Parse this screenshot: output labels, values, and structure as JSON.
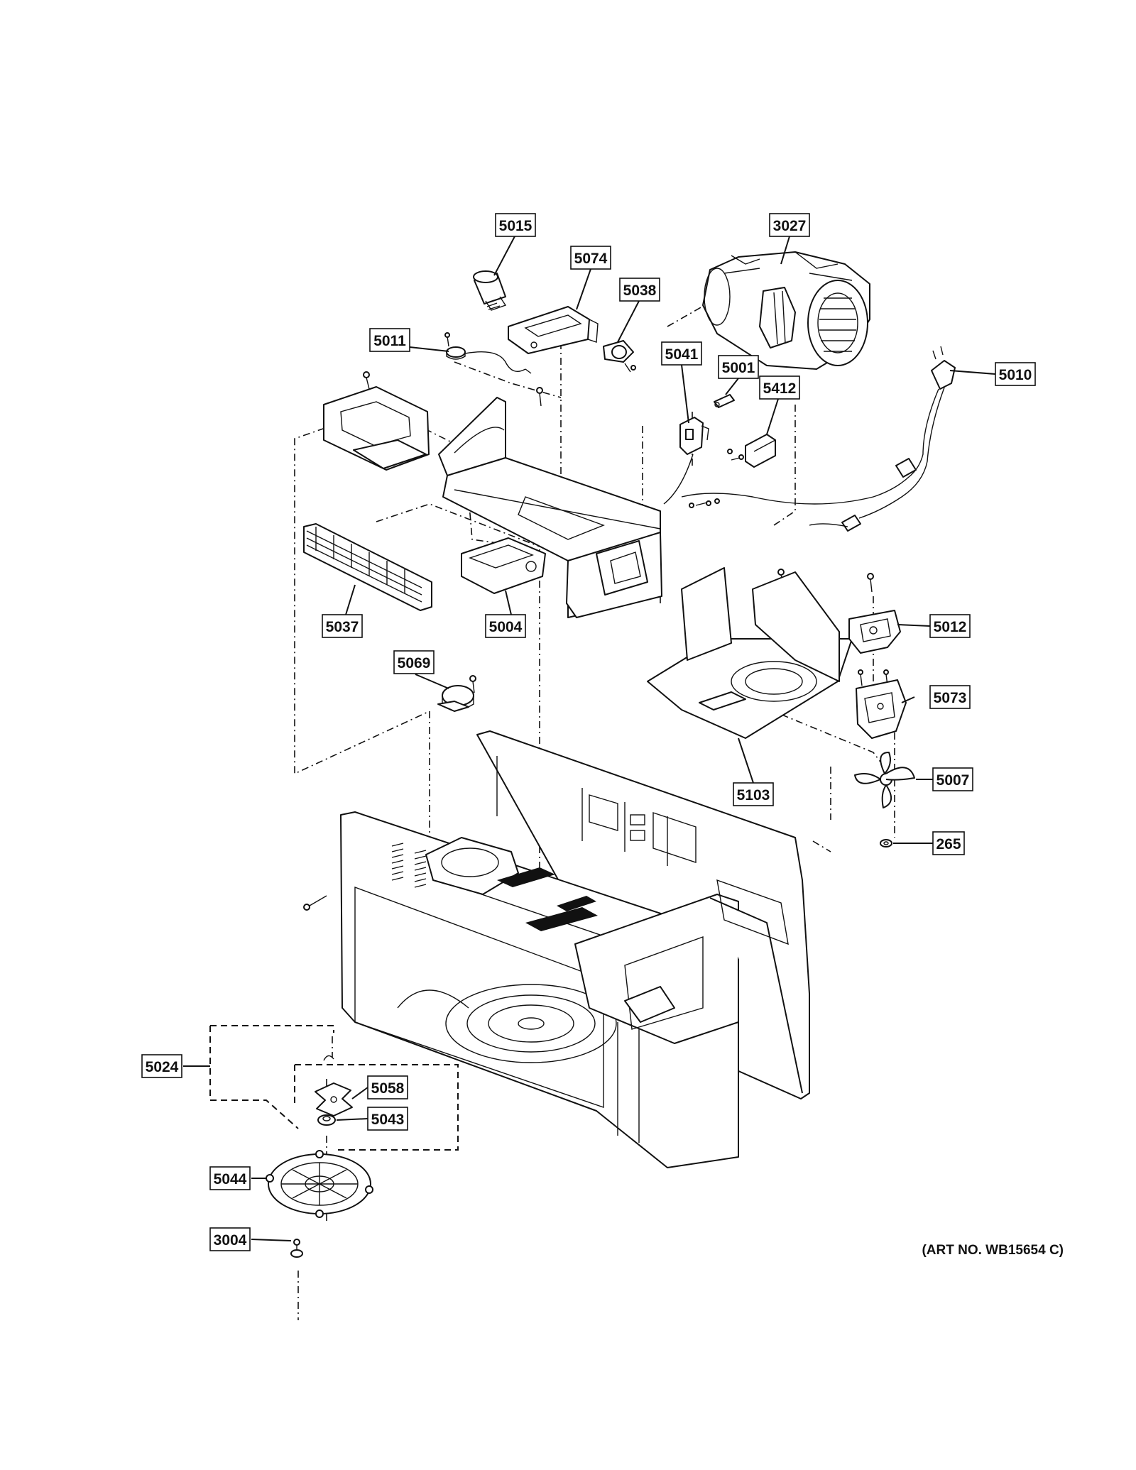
{
  "art_number": "(ART NO. WB15654 C)",
  "callouts": [
    {
      "id": "5015",
      "text": "5015"
    },
    {
      "id": "3027",
      "text": "3027"
    },
    {
      "id": "5074",
      "text": "5074"
    },
    {
      "id": "5038",
      "text": "5038"
    },
    {
      "id": "5011",
      "text": "5011"
    },
    {
      "id": "5041",
      "text": "5041"
    },
    {
      "id": "5001",
      "text": "5001"
    },
    {
      "id": "5010",
      "text": "5010"
    },
    {
      "id": "5412",
      "text": "5412"
    },
    {
      "id": "5037",
      "text": "5037"
    },
    {
      "id": "5004",
      "text": "5004"
    },
    {
      "id": "5012",
      "text": "5012"
    },
    {
      "id": "5069",
      "text": "5069"
    },
    {
      "id": "5073",
      "text": "5073"
    },
    {
      "id": "5103",
      "text": "5103"
    },
    {
      "id": "5007",
      "text": "5007"
    },
    {
      "id": "265",
      "text": "265"
    },
    {
      "id": "5024",
      "text": "5024"
    },
    {
      "id": "5058",
      "text": "5058"
    },
    {
      "id": "5043",
      "text": "5043"
    },
    {
      "id": "5044",
      "text": "5044"
    },
    {
      "id": "3004",
      "text": "3004"
    }
  ]
}
